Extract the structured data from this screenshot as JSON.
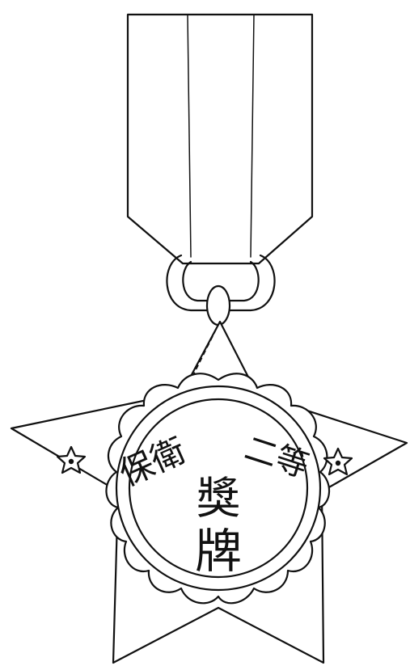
{
  "inscription": {
    "rank": "二等",
    "name": "保衛",
    "type_line1": "獎",
    "type_line2": "牌"
  },
  "colors": {
    "ink": "#111111",
    "paper": "#ffffff"
  }
}
